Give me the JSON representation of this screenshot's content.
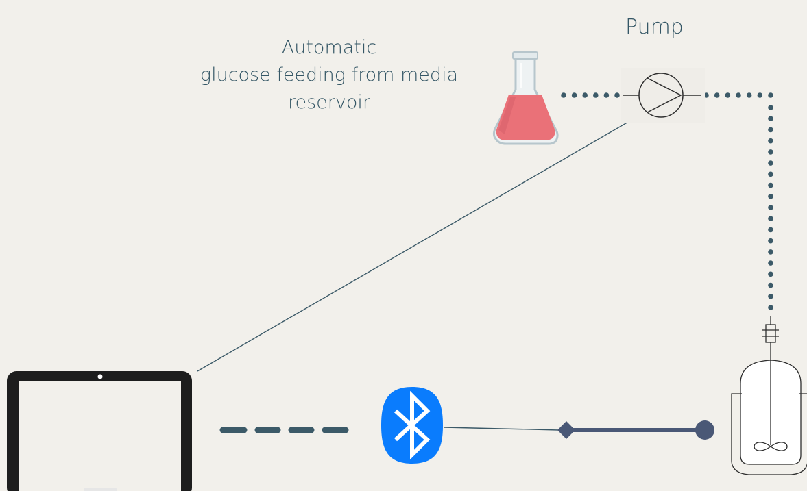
{
  "labels": {
    "pump": "Pump",
    "feeding_lines": [
      "Automatic",
      "glucose feeding from media",
      "reservoir"
    ]
  },
  "colors": {
    "background": "#f2f0eb",
    "text": "#355766",
    "line": "#3c5a68",
    "tube": "#3c5a68",
    "bluetooth": "#0a7cfd",
    "laptop": "#1d1d1d",
    "liquid": "#ea7178",
    "connector": "#4a5876"
  },
  "icons": [
    "flask-icon",
    "pump-icon",
    "laptop-icon",
    "bluetooth-icon",
    "bioreactor-icon"
  ]
}
